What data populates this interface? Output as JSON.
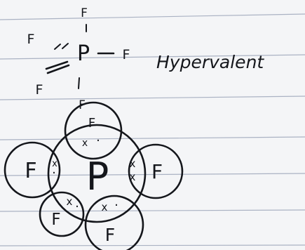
{
  "structural_formula": {
    "central_atom": "P",
    "ligands": [
      "F",
      "F",
      "F",
      "F",
      "F"
    ],
    "caption": "Hypervalent"
  },
  "dot_cross_diagram": {
    "central_atom": "P",
    "outer_atoms": [
      "F",
      "F",
      "F",
      "F",
      "F"
    ],
    "shared_pair_count": 5,
    "dot_mark": "·",
    "cross_mark": "x"
  },
  "colors": {
    "paper": "#f4f5f7",
    "ruled_line": "#aab2c3",
    "ink": "#14161b"
  }
}
